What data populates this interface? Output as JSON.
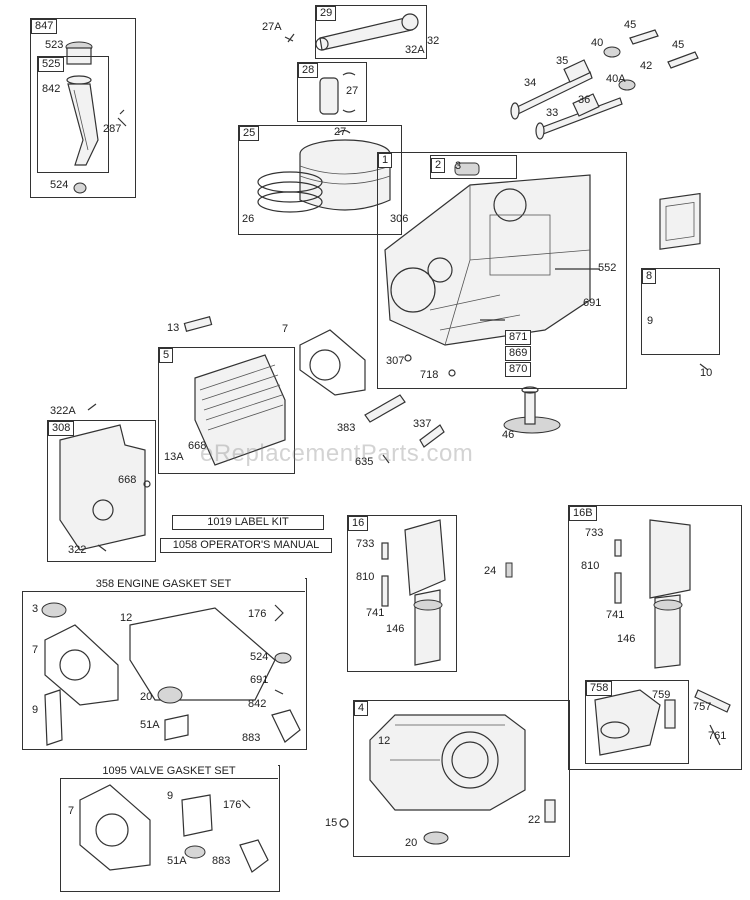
{
  "kit_captions": {
    "label_kit": "1019 LABEL KIT",
    "operators_manual": "1058 OPERATOR'S MANUAL",
    "engine_gasket_set": "358 ENGINE GASKET SET",
    "valve_gasket_set": "1095 VALVE GASKET SET"
  },
  "group_tags": {
    "g847": "847",
    "g525": "525",
    "g29": "29",
    "g28": "28",
    "g25": "25",
    "g1": "1",
    "g2": "2",
    "g8": "8",
    "g5": "5",
    "g308": "308",
    "g16": "16",
    "g16b": "16B",
    "g758": "758",
    "g4": "4"
  },
  "part_labels": {
    "p523": "523",
    "p842a": "842",
    "p287": "287",
    "p524a": "524",
    "p27a": "27A",
    "p32": "32",
    "p32a": "32A",
    "p27b": "27",
    "p27c": "27",
    "p26": "26",
    "p45a": "45",
    "p45b": "45",
    "p40": "40",
    "p35": "35",
    "p34": "34",
    "p42": "42",
    "p40a": "40A",
    "p36": "36",
    "p33": "33",
    "p3a": "3",
    "p306": "306",
    "p552": "552",
    "p691a": "691",
    "p871": "871",
    "p869": "869",
    "p870": "870",
    "p307": "307",
    "p718": "718",
    "p9a": "9",
    "p10": "10",
    "p13": "13",
    "p7a": "7",
    "p668a": "668",
    "p13a": "13A",
    "p383": "383",
    "p337": "337",
    "p46": "46",
    "p635": "635",
    "p322a": "322A",
    "p668b": "668",
    "p322": "322",
    "p733a": "733",
    "p810a": "810",
    "p741a": "741",
    "p146a": "146",
    "p24": "24",
    "p733b": "733",
    "p810b": "810",
    "p741b": "741",
    "p146b": "146",
    "p759": "759",
    "p757": "757",
    "p761": "761",
    "p3b": "3",
    "p12a": "12",
    "p176a": "176",
    "p7b": "7",
    "p524b": "524",
    "p691b": "691",
    "p20a": "20",
    "p9b": "9",
    "p51a": "51A",
    "p842b": "842",
    "p883a": "883",
    "p12b": "12",
    "p15": "15",
    "p22": "22",
    "p20b": "20",
    "p7c": "7",
    "p9c": "9",
    "p176b": "176",
    "p51b": "51A",
    "p883b": "883"
  },
  "watermark": "eReplacementParts.com"
}
